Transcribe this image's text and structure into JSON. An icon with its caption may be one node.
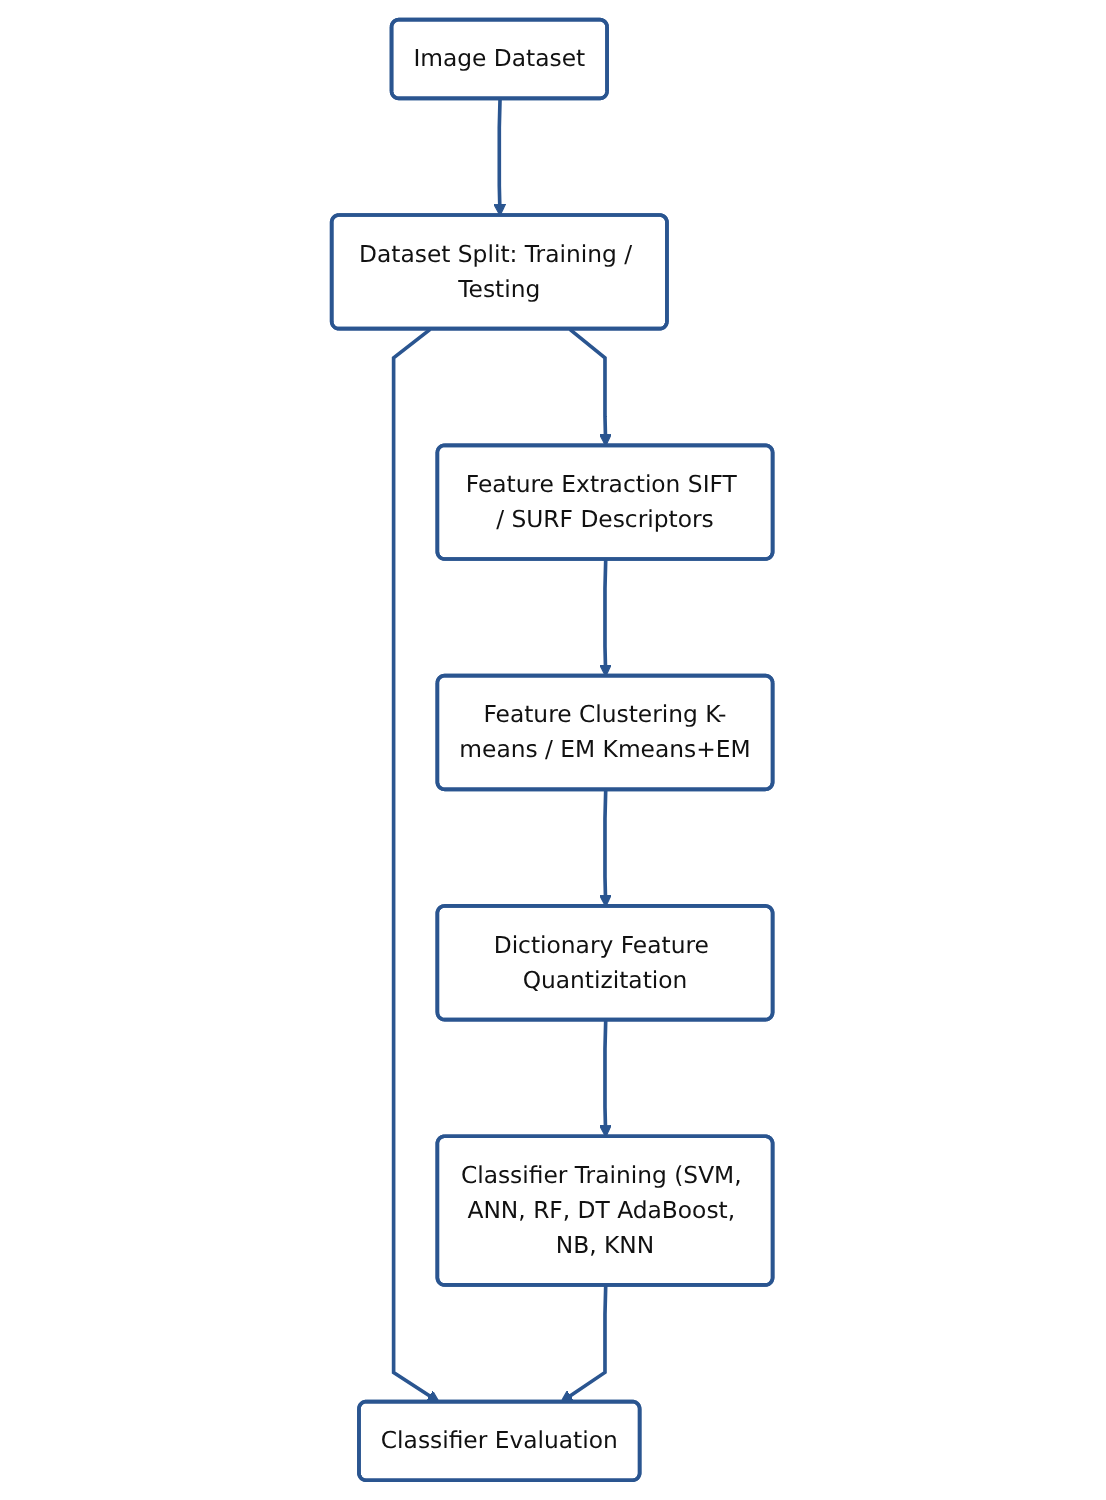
{
  "diagram": {
    "nodes": [
      {
        "text": [
          "Image Dataset"
        ]
      },
      {
        "text": [
          "Dataset Split: Training / Testing"
        ]
      },
      {
        "text": [
          "Feature Extraction SIFT / SURF Descriptors"
        ]
      },
      {
        "text": [
          "Feature Clustering K-means / EM Kmeans+EM"
        ]
      },
      {
        "text": [
          "Dictionary Feature Quantizitation"
        ]
      },
      {
        "text": [
          "Classifier Training (SVM, ANN, RF, DT AdaBoost, NB, KNN"
        ]
      },
      {
        "text": [
          "Classifier Evaluation"
        ]
      }
    ],
    "edges": [
      {
        "from": 0,
        "to": 1,
        "arrow": "to"
      },
      {
        "from": 1,
        "to": 2,
        "arrow": "to"
      },
      {
        "from": 1,
        "to": 6,
        "arrow": "to"
      },
      {
        "from": 2,
        "to": 3,
        "arrow": "to"
      },
      {
        "from": 3,
        "to": 4,
        "arrow": "to"
      },
      {
        "from": 4,
        "to": 5,
        "arrow": "to"
      },
      {
        "from": 5,
        "to": 6,
        "arrow": "to"
      }
    ]
  }
}
